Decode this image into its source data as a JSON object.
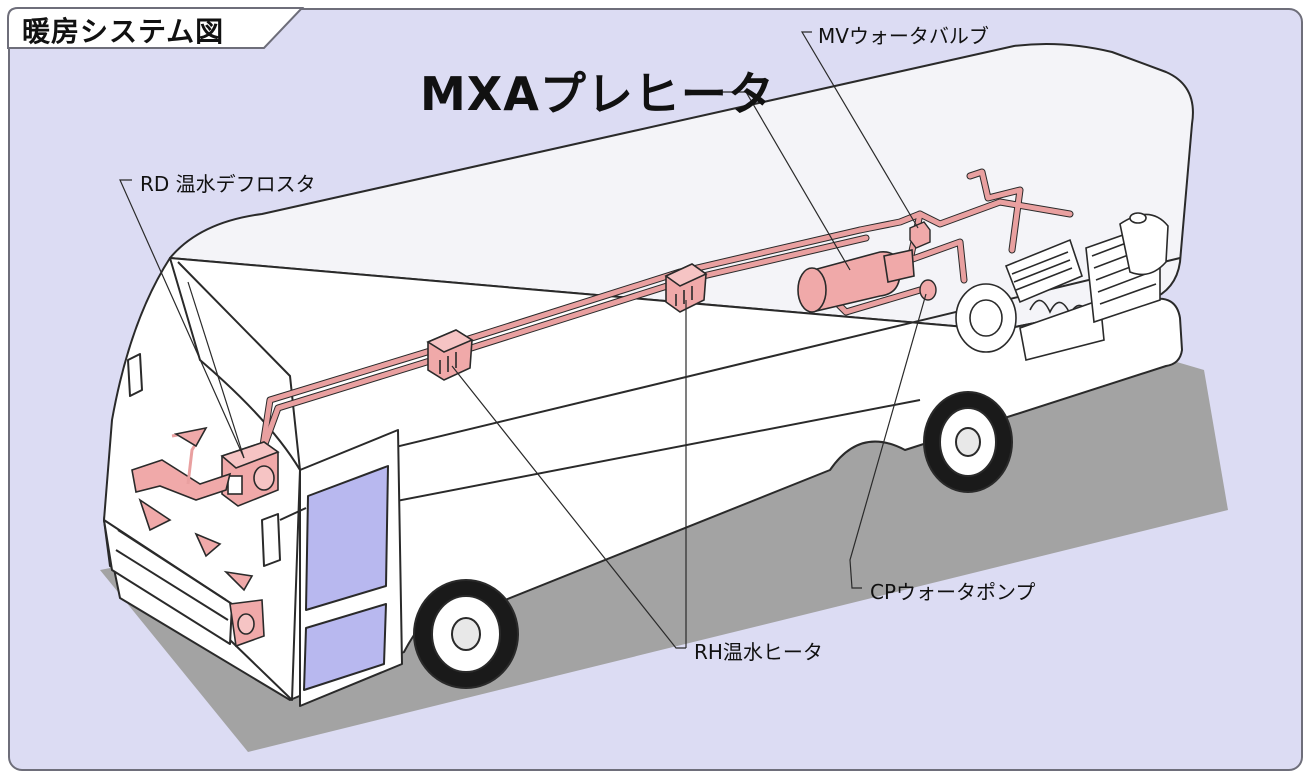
{
  "title": "暖房システム図",
  "colors": {
    "background": "#dcdcf3",
    "ground": "#a3a3a3",
    "bus_body": "#ffffff",
    "outline": "#2a2a2a",
    "heating_pipe": "#e9a0a0",
    "component": "#f0a9a9",
    "window": "#b8b8ef"
  },
  "labels": {
    "mxa": "MXAプレヒータ",
    "mv": "MVウォータバルブ",
    "rd": "RD 温水デフロスタ",
    "cp": "CPウォータポンプ",
    "rh": "RH温水ヒータ"
  }
}
